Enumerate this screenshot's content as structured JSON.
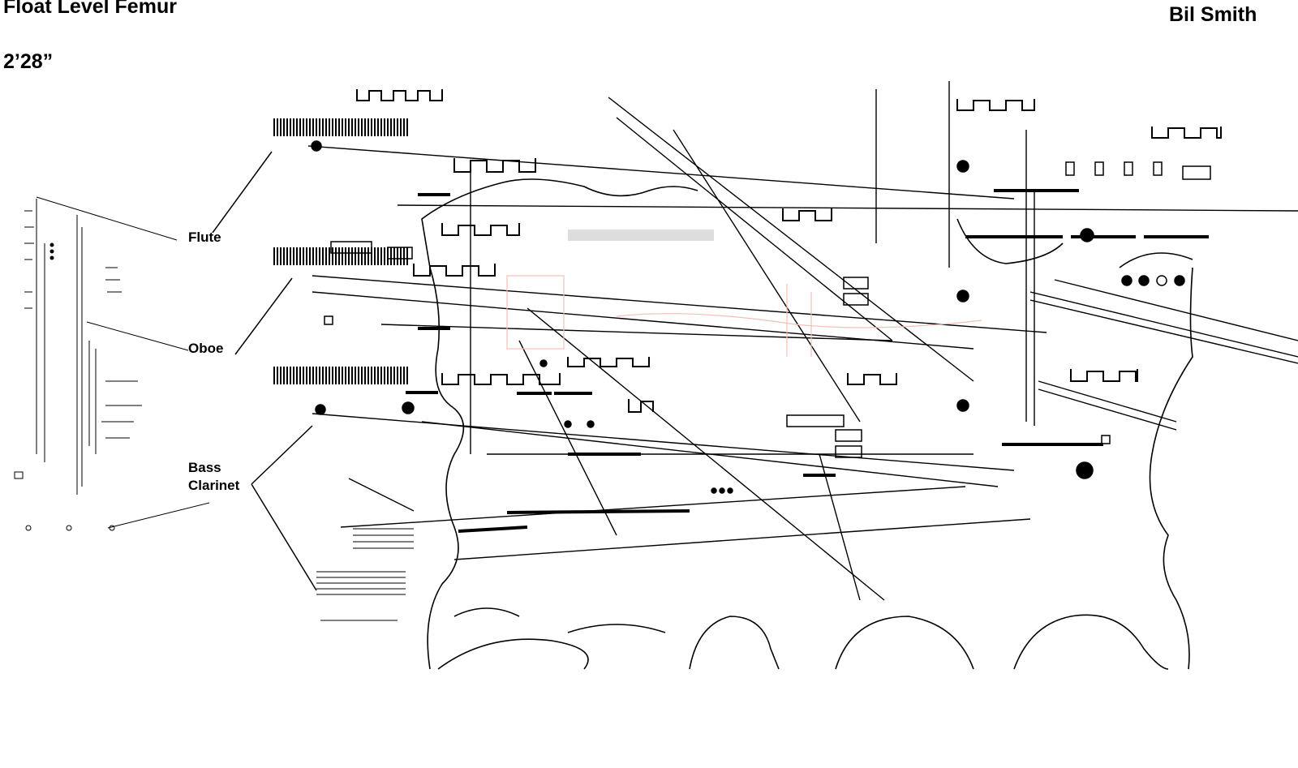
{
  "header": {
    "title": "Float Level Femur",
    "duration": "2’28”",
    "composer": "Bil Smith"
  },
  "instruments": [
    {
      "name": "Flute"
    },
    {
      "name": "Oboe"
    },
    {
      "name": "Bass Clarinet",
      "line1": "Bass",
      "line2": "Clarinet"
    }
  ],
  "colors": {
    "ink": "#000000",
    "paper": "#ffffff",
    "faint": "#f2c0b8",
    "grey": "#cccccc"
  }
}
